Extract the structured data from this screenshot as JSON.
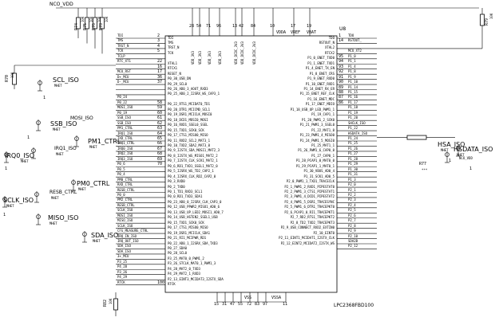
{
  "chip": {
    "ref": "U8",
    "part": "LPC2368FBD100",
    "top_net": "NCO_VDD",
    "top_pins": [
      "28",
      "54",
      "71",
      "96",
      "13",
      "42",
      "84",
      "10",
      "17",
      "19"
    ],
    "top_pin_names": [
      "VDD_3V3",
      "VDD_3V3",
      "VDD_3V3",
      "VDD_3V3",
      "VDD_DCDC_3V3",
      "VDD_DCDC_3V3",
      "VDD_DCDC_3V3",
      "VDDA",
      "VREF",
      "VBAT"
    ],
    "bottom_pins": [
      "15",
      "31",
      "47",
      "55",
      "72",
      "83",
      "97",
      "11"
    ],
    "bottom_labels": [
      "VSS",
      "VSSA"
    ],
    "left_pins": [
      {
        "num": "2",
        "name": "TDI",
        "net": "TDI"
      },
      {
        "num": "3",
        "name": "TMS",
        "net": "TMS"
      },
      {
        "num": "4",
        "name": "TRST_N",
        "net": "TRST_N"
      },
      {
        "num": "5",
        "name": "TCK",
        "net": "TCK"
      },
      {
        "num": "",
        "name": "",
        "net": "TCLP"
      },
      {
        "num": "22",
        "name": "XTAL1",
        "net": "RTC_XT1"
      },
      {
        "num": "16",
        "name": "RTCX1",
        "net": ""
      },
      {
        "num": "17",
        "name": "RESET_N",
        "net": "MCU_RST"
      },
      {
        "num": "36",
        "name": "P0_30_USB_DN",
        "net": "D+_MCU"
      },
      {
        "num": "37",
        "name": "P0_29_SCL0",
        "net": "D-_MCU"
      },
      {
        "num": "",
        "name": "P0_26_AD0_3_AOUT_RXD3",
        "net": ""
      },
      {
        "num": "",
        "name": "P0_25_AD0_2_I2SRX_WS_CAP3_1",
        "net": ""
      },
      {
        "num": "",
        "name": "",
        "net": "P0_24"
      },
      {
        "num": "58",
        "name": "P0_22_RTS1_MCIDAT0_TD1",
        "net": "P0_22"
      },
      {
        "num": "59",
        "name": "P0_20_DTR1_MCICMD_SCL1",
        "net": "MOSI_ISO"
      },
      {
        "num": "60",
        "name": "P0_19_DSR1_MCICLK_MOSI0",
        "net": "P0_19"
      },
      {
        "num": "61",
        "name": "P0_18_DCD1_MOSI0_MOSI",
        "net": "SSB_ISO"
      },
      {
        "num": "62",
        "name": "P0_16_RXD1_SSEL0_SSEL",
        "net": "SSB_ISO"
      },
      {
        "num": "63",
        "name": "P0_15_TXD1_SCK0_SCK",
        "net": "PM1_CTRL"
      },
      {
        "num": "64",
        "name": "P0_17_CTS1_MISO0_MISO",
        "net": "IRQ1_ISO"
      },
      {
        "num": "65",
        "name": "P0_11_RXD2_SCL2_MAT3_1",
        "net": "TXD_CTRL"
      },
      {
        "num": "66",
        "name": "P0_10_TXD2_SDA2_MAT3_0",
        "net": "IRQ1_CTRL"
      },
      {
        "num": "67",
        "name": "P0_9_I2STX_SDA_MOSI1_MAT2_3",
        "net": "IRQ0_ISO"
      },
      {
        "num": "68",
        "name": "P0_8_I2STX_WS_MISO1_MAT2_2",
        "net": "IRQ2_ISO"
      },
      {
        "num": "69",
        "name": "P0_7_I2STX_CLK_SCK1_MAT2_1",
        "net": "IRQ3_ISO"
      },
      {
        "num": "70",
        "name": "P0_6_RD1_TXD1_SSEL1_MAT2_0",
        "net": "P0_6"
      },
      {
        "num": "",
        "name": "P0_5_I2SRX_WS_TD2_CAP2_1",
        "net": "P0_5"
      },
      {
        "num": "",
        "name": "P0_4_I2SRX_CLK_RD2_CAP2_0",
        "net": "P0_4"
      },
      {
        "num": "",
        "name": "P0_3_RXD0",
        "net": "PM0_CTRL"
      },
      {
        "num": "",
        "name": "P0_2_TXD0",
        "net": "RXD_CTRL"
      },
      {
        "num": "",
        "name": "P0_1_TD1_RXD3_SCL1",
        "net": "RESB_CTRL"
      },
      {
        "num": "",
        "name": "P0_0_RD1_TXD3_SDA1",
        "net": "P0_0"
      },
      {
        "num": "",
        "name": "P0_23_AD0_0_I2SRX_CLK_CAP3_0",
        "net": "PM2_CTRL"
      },
      {
        "num": "",
        "name": "P0_12_USB_PPWR2_MISO1_AD0_6",
        "net": "RESB_CTRL"
      },
      {
        "num": "",
        "name": "P0_13_USB_UP_LED2_MOSI1_AD0_7",
        "net": "SCLK_ISO"
      },
      {
        "num": "",
        "name": "P0_14_USB_HSTEN2_SSEL1_USB",
        "net": "MOSI_ISO"
      },
      {
        "num": "",
        "name": "P0_15_TXD1_SCK0_SCK",
        "net": "MISO_ISO"
      },
      {
        "num": "",
        "name": "P0_17_CTS1_MISO0_MISO",
        "net": "SCLK_ISO"
      },
      {
        "num": "",
        "name": "P0_19_DSR1_MCICLK_SDA1",
        "net": "CFG_MEASURE_CTRL"
      },
      {
        "num": "",
        "name": "P0_21_RI1_MCIPWR_RD1",
        "net": "IRQ_IN_ISO"
      },
      {
        "num": "",
        "name": "P0_22_AD0_1_I2SRX_SDA_TXD3",
        "net": "IRQ_OUT_ISO"
      },
      {
        "num": "",
        "name": "P0_27_SDA0",
        "net": "SDA_ISO"
      },
      {
        "num": "",
        "name": "P0_28_SCL0",
        "net": "SDA_ISO"
      },
      {
        "num": "",
        "name": "P3_25_MAT0_0_PWM1_2",
        "net": "3+_MCU"
      },
      {
        "num": "",
        "name": "P3_26_STCLK_MAT0_1_PWM1_3",
        "net": "P3_25"
      },
      {
        "num": "",
        "name": "P4_28_MAT2_0_TXD3",
        "net": "P4_28"
      },
      {
        "num": "",
        "name": "P4_29_MAT2_1_RXD3",
        "net": "P3_26"
      },
      {
        "num": "",
        "name": "P2_13_EINT3_MCIDAT3_I2STX_SDA",
        "net": "P4_29"
      },
      {
        "num": "100",
        "name": "RTCK",
        "net": "RTCK"
      }
    ],
    "right_pins": [
      {
        "num": "1",
        "name": "TDO",
        "net": "TDO"
      },
      {
        "num": "14",
        "name": "RSTOUT_N",
        "net": "RSTOUT_"
      },
      {
        "num": "",
        "name": "XTAL2",
        "net": ""
      },
      {
        "num": "",
        "name": "RTCX2",
        "net": "MCU_XT2"
      },
      {
        "num": "95",
        "name": "P1_0_ENET_TXD0",
        "net": "P1_0"
      },
      {
        "num": "94",
        "name": "P1_1_ENET_TXD1",
        "net": "P1_1"
      },
      {
        "num": "93",
        "name": "P1_4_ENET_TX_EN",
        "net": "P1_4"
      },
      {
        "num": "92",
        "name": "P1_8_ENET_CRS",
        "net": "P1_8"
      },
      {
        "num": "91",
        "name": "P1_9_ENET_RXD0",
        "net": "P1_9"
      },
      {
        "num": "90",
        "name": "P1_10_ENET_RXD1",
        "net": "P1_10"
      },
      {
        "num": "89",
        "name": "P1_14_ENET_RX_ER",
        "net": "P1_14"
      },
      {
        "num": "88",
        "name": "P1_15_ENET_REF_CLK",
        "net": "P1_15"
      },
      {
        "num": "87",
        "name": "P1_16_ENET_MDC",
        "net": "P1_16"
      },
      {
        "num": "86",
        "name": "P1_17_ENET_MDIO",
        "net": "P1_17"
      },
      {
        "num": "",
        "name": "P1_18_USB_UP_LED_PWM1_1",
        "net": "P1_18"
      },
      {
        "num": "",
        "name": "P1_19_CAP1_1",
        "net": "P1_19"
      },
      {
        "num": "",
        "name": "P1_20_PWM1_2_SCK0",
        "net": "P1_20"
      },
      {
        "num": "",
        "name": "P1_21_PWM1_3_SSEL0",
        "net": "SHCLK_ISO"
      },
      {
        "num": "",
        "name": "P1_22_MAT1_0",
        "net": "P1_22"
      },
      {
        "num": "",
        "name": "P1_23_PWM1_4_MISO0",
        "net": "HSDATA_ISO"
      },
      {
        "num": "",
        "name": "P1_24_PWM1_5_MOSI0",
        "net": "P1_24"
      },
      {
        "num": "",
        "name": "P1_25_MAT1_1",
        "net": "P1_25"
      },
      {
        "num": "",
        "name": "P1_26_PWM1_6_CAP0_0",
        "net": "P1_26"
      },
      {
        "num": "",
        "name": "P1_27_CAP0_1",
        "net": "P1_27"
      },
      {
        "num": "",
        "name": "P1_28_PCAP1_0_MAT0_0",
        "net": "P1_28"
      },
      {
        "num": "",
        "name": "P1_29_PCAP1_1_MAT0_1",
        "net": "P1_29"
      },
      {
        "num": "",
        "name": "P1_30_VBUS_AD0_4",
        "net": "P1_30"
      },
      {
        "num": "",
        "name": "P1_31_SCK1_AD0_5",
        "net": "P1_31"
      },
      {
        "num": "",
        "name": "P2_0_PWM1_1_TXD1_TRACECLK",
        "net": "P1_3"
      },
      {
        "num": "",
        "name": "P2_1_PWM1_2_RXD1_PIPESTAT0",
        "net": "P2_0"
      },
      {
        "num": "",
        "name": "P2_2_PWM1_3_CTS1_PIPESTAT1",
        "net": "P2_1"
      },
      {
        "num": "",
        "name": "P2_3_PWM1_4_DCD1_PIPESTAT2",
        "net": "P2_2"
      },
      {
        "num": "",
        "name": "P2_4_PWM1_5_DSR1_TRACESYNC",
        "net": "P2_3"
      },
      {
        "num": "",
        "name": "P2_5_PWM1_6_DTR1_TRACEPKT0",
        "net": "P2_4"
      },
      {
        "num": "",
        "name": "P2_6_PCAP1_0_RI1_TRACEPKT1",
        "net": "P2_5"
      },
      {
        "num": "",
        "name": "P2_7_RD2_RTS1_TRACEPKT2",
        "net": "P2_6"
      },
      {
        "num": "",
        "name": "P2_8_TD2_TXD2_TRACEPKT3",
        "net": "P2_7"
      },
      {
        "num": "",
        "name": "P2_9_USB_CONNECT_RXD2_EXTIN0",
        "net": "P2_8"
      },
      {
        "num": "",
        "name": "P2_10_EINT0",
        "net": "P2_9"
      },
      {
        "num": "",
        "name": "P2_11_EINT1_MCIDAT1_I2STX_CLK",
        "net": "P2_10"
      },
      {
        "num": "",
        "name": "P2_12_EINT2_MCIDAT2_I2STX_WS",
        "net": "SDA2B"
      },
      {
        "num": "",
        "name": "",
        "net": "P2_12"
      }
    ]
  },
  "resistors": {
    "top": [
      "R74",
      "R75",
      "R76",
      "R78"
    ],
    "top_values": [
      "10K",
      "10K",
      "10K",
      "10K"
    ],
    "top_right": "R79",
    "top_right_value": "10K",
    "left": "R70",
    "left_value": "10K",
    "bottom": "R82",
    "bottom_value": "10K",
    "right": "R77",
    "right_value": "***"
  },
  "connectors": [
    {
      "name": "SCL_ISO",
      "sub": "MHET"
    },
    {
      "name": "SSB_ISO",
      "sub": "MHET"
    },
    {
      "name": "PM1_CTRL",
      "sub": "MHET"
    },
    {
      "name": "IRQ1_ISO",
      "sub": "MHET"
    },
    {
      "name": "IRQ0_ISO",
      "sub": "MHET"
    },
    {
      "name": "MOSI_ISO",
      "sub": "MHET"
    },
    {
      "name": "PM0_CTRL",
      "sub": "MHET"
    },
    {
      "name": "RESB_CTRL",
      "sub": "MHET"
    },
    {
      "name": "SCLK_ISO",
      "sub": "MHET"
    },
    {
      "name": "MISO_ISO",
      "sub": "MHET"
    },
    {
      "name": "SDA_ISO",
      "sub": "MHET"
    },
    {
      "name": "HSA_ISO",
      "sub": "MHET"
    },
    {
      "name": "HSDATA_ISO",
      "sub": "MHET"
    }
  ],
  "connector_pin": "1",
  "net_right": "NCO_VDD"
}
